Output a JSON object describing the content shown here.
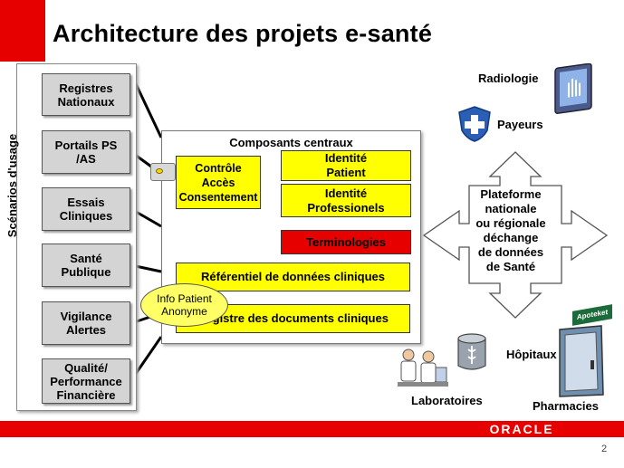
{
  "title": "Architecture des projets e-santé",
  "scenarios": {
    "label": "Scénarios d'usage",
    "items": [
      {
        "id": "registres",
        "label": "Registres\nNationaux"
      },
      {
        "id": "portails",
        "label": "Portails PS\n/AS"
      },
      {
        "id": "essais",
        "label": "Essais\nCliniques"
      },
      {
        "id": "sante",
        "label": "Santé\nPublique"
      },
      {
        "id": "vigilance",
        "label": "Vigilance\nAlertes"
      },
      {
        "id": "qualite",
        "label": "Qualité/\nPerformance\nFinancière"
      }
    ]
  },
  "central": {
    "title": "Composants centraux",
    "controle": "Contrôle\nAccès\nConsentement",
    "identite_patient": "Identité\nPatient",
    "identite_professionnels": "Identité\nProfessionels",
    "terminologies": "Terminologies",
    "referentiel": "Référentiel de données cliniques",
    "registre": "Registre des documents cliniques",
    "info_patient": "Info Patient\nAnonyme"
  },
  "plateforme": "Plateforme\nnationale\nou régionale\ndéchange\nde données\nde Santé",
  "actors": {
    "radiologie": "Radiologie",
    "payeurs": "Payeurs",
    "hopitaux": "Hôpitaux",
    "laboratoires": "Laboratoires",
    "pharmacies": "Pharmacies",
    "apotek_sign": "Apoteket"
  },
  "footer": {
    "brand": "ORACLE",
    "page_number": "2"
  },
  "colors": {
    "accent_red": "#e60000",
    "component_yellow": "#ffff00",
    "scenario_gray": "#d4d4d4"
  }
}
